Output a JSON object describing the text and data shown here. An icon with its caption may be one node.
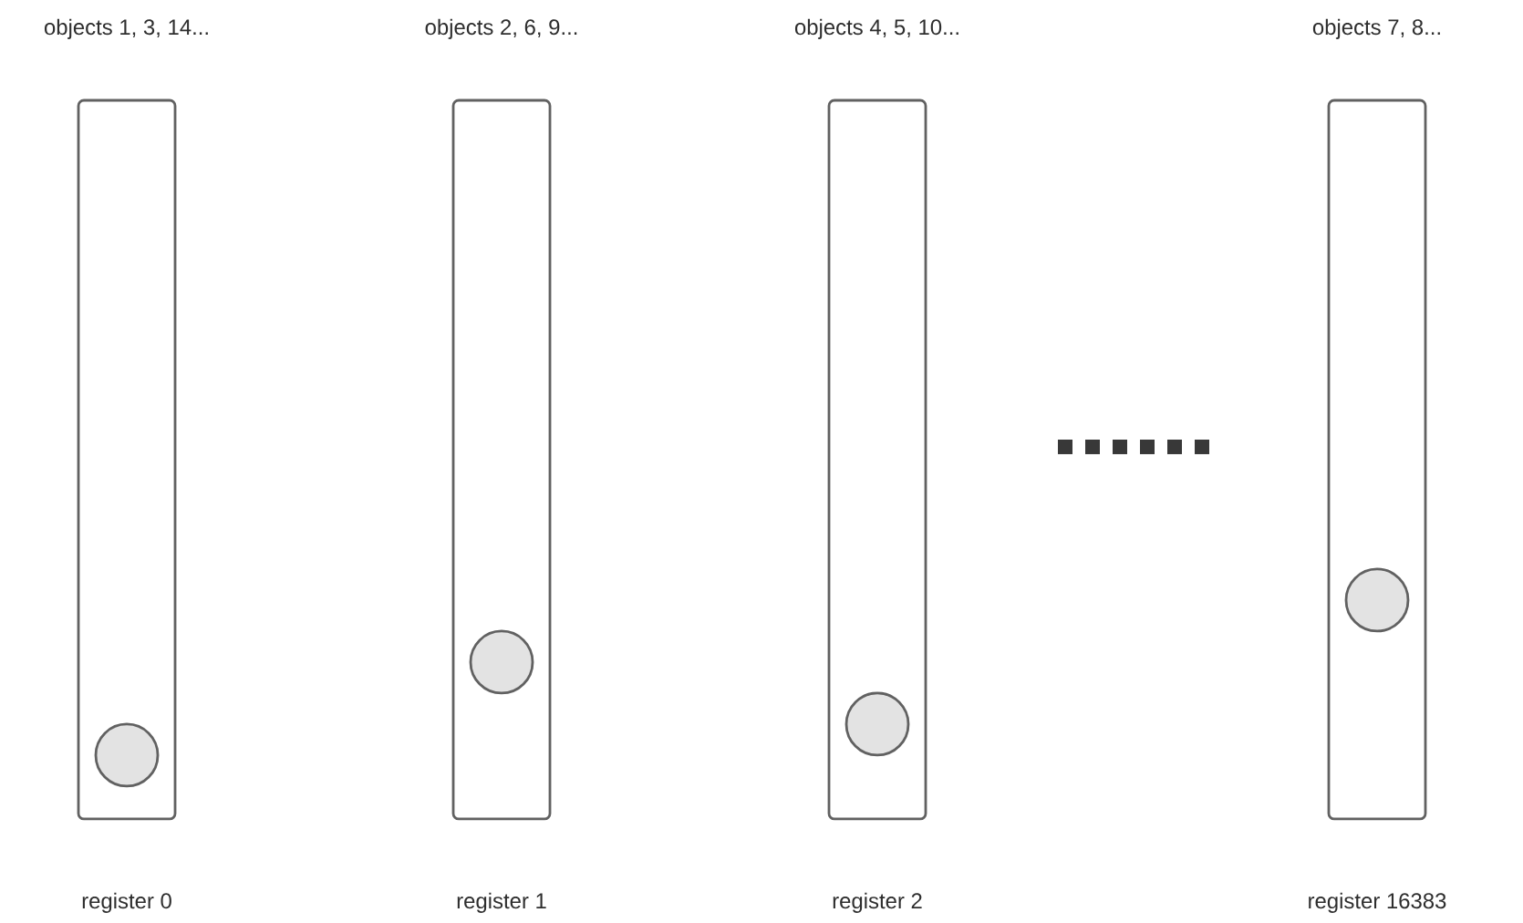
{
  "diagram": {
    "nodes": [
      {
        "text": [
          "objects 1, 3, 14..."
        ],
        "beside": [
          "register 0"
        ]
      },
      {
        "text": [],
        "shape": "circle",
        "in": 0
      },
      {
        "text": [
          "objects 2, 6, 9..."
        ],
        "beside": [
          "register 1"
        ]
      },
      {
        "text": [],
        "shape": "circle",
        "in": 2
      },
      {
        "text": [
          "objects 4, 5, 10..."
        ],
        "beside": [
          "register 2"
        ]
      },
      {
        "text": [],
        "shape": "circle",
        "in": 4
      },
      {
        "text": [
          "objects 7, 8..."
        ],
        "beside": [
          "register 16383"
        ]
      },
      {
        "text": [],
        "shape": "circle",
        "in": 6
      }
    ]
  }
}
